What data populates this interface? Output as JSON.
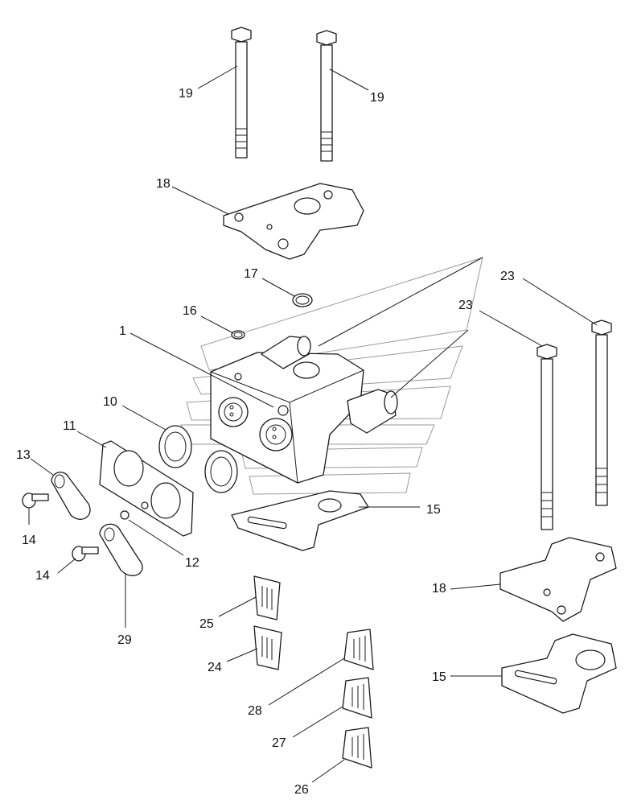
{
  "callouts": {
    "c1": "1",
    "c10": "10",
    "c11": "11",
    "c12": "12",
    "c13": "13",
    "c14a": "14",
    "c14b": "14",
    "c15a": "15",
    "c15b": "15",
    "c16": "16",
    "c17": "17",
    "c18a": "18",
    "c18b": "18",
    "c19a": "19",
    "c19b": "19",
    "c23a": "23",
    "c23b": "23",
    "c24": "24",
    "c25": "25",
    "c26": "26",
    "c27": "27",
    "c28": "28",
    "c29": "29"
  },
  "colors": {
    "line": "#1a1a1a",
    "watermark": "#9a9a9a",
    "background": "#ffffff"
  }
}
